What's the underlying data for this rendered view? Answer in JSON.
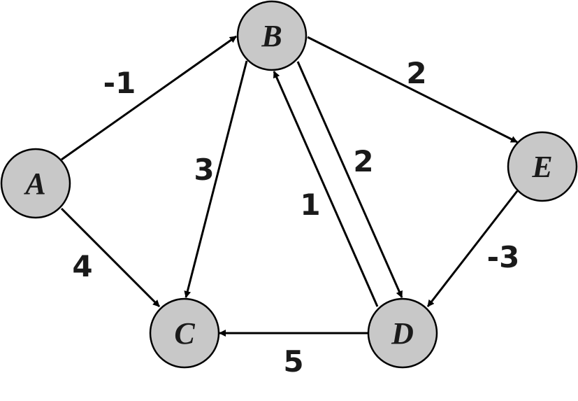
{
  "graph": {
    "node_fill": "#c8c8c8",
    "stroke": "#000000",
    "nodes": [
      {
        "id": "A",
        "label": "A"
      },
      {
        "id": "B",
        "label": "B"
      },
      {
        "id": "C",
        "label": "C"
      },
      {
        "id": "D",
        "label": "D"
      },
      {
        "id": "E",
        "label": "E"
      }
    ],
    "edges": [
      {
        "from": "A",
        "to": "B",
        "weight": "-1"
      },
      {
        "from": "A",
        "to": "C",
        "weight": "4"
      },
      {
        "from": "B",
        "to": "C",
        "weight": "3"
      },
      {
        "from": "B",
        "to": "D",
        "weight": "2"
      },
      {
        "from": "D",
        "to": "B",
        "weight": "1"
      },
      {
        "from": "B",
        "to": "E",
        "weight": "2"
      },
      {
        "from": "E",
        "to": "D",
        "weight": "-3"
      },
      {
        "from": "D",
        "to": "C",
        "weight": "5"
      }
    ]
  }
}
